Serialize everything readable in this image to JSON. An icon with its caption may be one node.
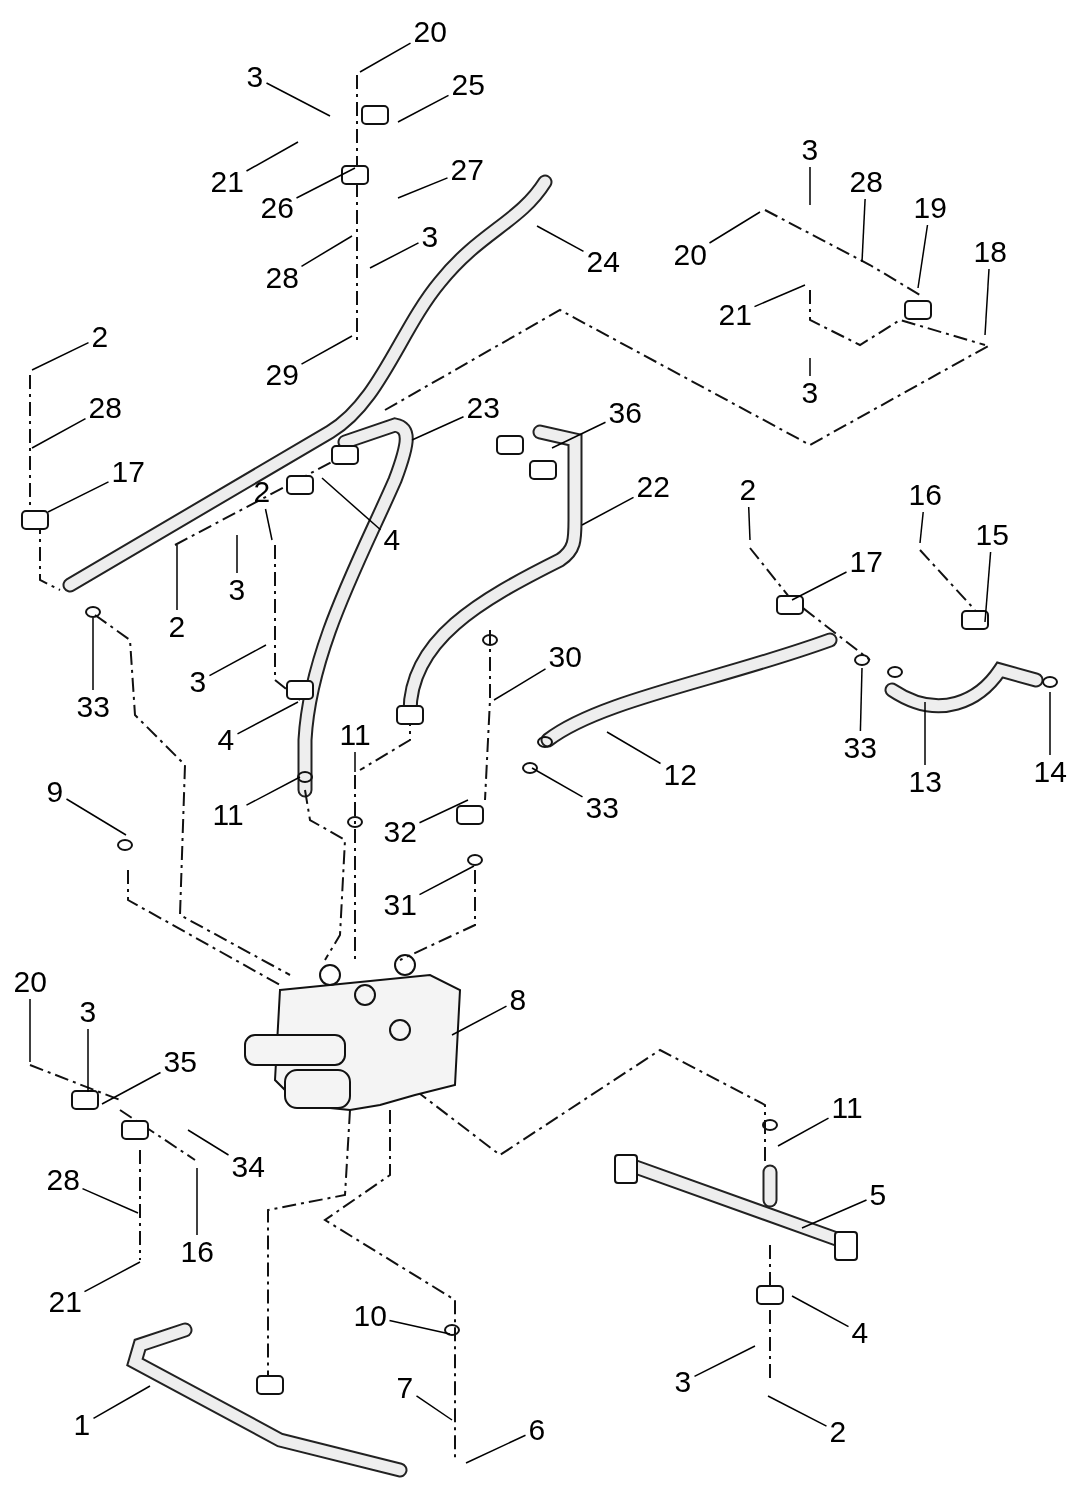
{
  "diagram": {
    "nodes": [
      {
        "text": [
          "20"
        ]
      },
      {
        "text": [
          "3"
        ]
      },
      {
        "text": [
          "25"
        ]
      },
      {
        "text": [
          "21"
        ]
      },
      {
        "text": [
          "26"
        ]
      },
      {
        "text": [
          "27"
        ]
      },
      {
        "text": [
          "28"
        ]
      },
      {
        "text": [
          "3"
        ]
      },
      {
        "text": [
          "29"
        ]
      },
      {
        "text": [
          "24"
        ]
      },
      {
        "text": [
          "3"
        ]
      },
      {
        "text": [
          "28"
        ]
      },
      {
        "text": [
          "19"
        ]
      },
      {
        "text": [
          "18"
        ]
      },
      {
        "text": [
          "20"
        ]
      },
      {
        "text": [
          "21"
        ]
      },
      {
        "text": [
          "3"
        ]
      },
      {
        "text": [
          "2"
        ]
      },
      {
        "text": [
          "28"
        ]
      },
      {
        "text": [
          "17"
        ]
      },
      {
        "text": [
          "23"
        ]
      },
      {
        "text": [
          "36"
        ]
      },
      {
        "text": [
          "22"
        ]
      },
      {
        "text": [
          "4"
        ]
      },
      {
        "text": [
          "2"
        ]
      },
      {
        "text": [
          "3"
        ]
      },
      {
        "text": [
          "2"
        ]
      },
      {
        "text": [
          "3"
        ]
      },
      {
        "text": [
          "4"
        ]
      },
      {
        "text": [
          "33"
        ]
      },
      {
        "text": [
          "11"
        ]
      },
      {
        "text": [
          "11"
        ]
      },
      {
        "text": [
          "30"
        ]
      },
      {
        "text": [
          "12"
        ]
      },
      {
        "text": [
          "33"
        ]
      },
      {
        "text": [
          "32"
        ]
      },
      {
        "text": [
          "31"
        ]
      },
      {
        "text": [
          "9"
        ]
      },
      {
        "text": [
          "2"
        ]
      },
      {
        "text": [
          "17"
        ]
      },
      {
        "text": [
          "16"
        ]
      },
      {
        "text": [
          "15"
        ]
      },
      {
        "text": [
          "33"
        ]
      },
      {
        "text": [
          "13"
        ]
      },
      {
        "text": [
          "14"
        ]
      },
      {
        "text": [
          "8"
        ]
      },
      {
        "text": [
          "20"
        ]
      },
      {
        "text": [
          "3"
        ]
      },
      {
        "text": [
          "35"
        ]
      },
      {
        "text": [
          "34"
        ]
      },
      {
        "text": [
          "28"
        ]
      },
      {
        "text": [
          "16"
        ]
      },
      {
        "text": [
          "21"
        ]
      },
      {
        "text": [
          "11"
        ]
      },
      {
        "text": [
          "5"
        ]
      },
      {
        "text": [
          "4"
        ]
      },
      {
        "text": [
          "3"
        ]
      },
      {
        "text": [
          "2"
        ]
      },
      {
        "text": [
          "10"
        ]
      },
      {
        "text": [
          "7"
        ]
      },
      {
        "text": [
          "6"
        ]
      },
      {
        "text": [
          "1"
        ]
      }
    ],
    "edges": [
      {
        "from": 0,
        "to": null,
        "arrow": "none"
      },
      {
        "from": 1,
        "to": null,
        "arrow": "none"
      },
      {
        "from": 2,
        "to": null,
        "arrow": "none"
      },
      {
        "from": 3,
        "to": null,
        "arrow": "none"
      },
      {
        "from": 4,
        "to": null,
        "arrow": "none"
      },
      {
        "from": 5,
        "to": null,
        "arrow": "none"
      },
      {
        "from": 6,
        "to": null,
        "arrow": "none"
      },
      {
        "from": 7,
        "to": null,
        "arrow": "none"
      },
      {
        "from": 8,
        "to": null,
        "arrow": "none"
      },
      {
        "from": 9,
        "to": null,
        "arrow": "none"
      },
      {
        "from": 10,
        "to": null,
        "arrow": "none"
      },
      {
        "from": 11,
        "to": null,
        "arrow": "none"
      },
      {
        "from": 12,
        "to": null,
        "arrow": "none"
      },
      {
        "from": 13,
        "to": null,
        "arrow": "none"
      },
      {
        "from": 14,
        "to": null,
        "arrow": "none"
      },
      {
        "from": 15,
        "to": null,
        "arrow": "none"
      },
      {
        "from": 16,
        "to": null,
        "arrow": "none"
      },
      {
        "from": 17,
        "to": null,
        "arrow": "none"
      },
      {
        "from": 18,
        "to": null,
        "arrow": "none"
      },
      {
        "from": 19,
        "to": null,
        "arrow": "none"
      },
      {
        "from": 20,
        "to": null,
        "arrow": "none"
      },
      {
        "from": 21,
        "to": null,
        "arrow": "none"
      },
      {
        "from": 22,
        "to": null,
        "arrow": "none"
      },
      {
        "from": 23,
        "to": null,
        "arrow": "none"
      },
      {
        "from": 24,
        "to": null,
        "arrow": "none"
      },
      {
        "from": 25,
        "to": null,
        "arrow": "none"
      },
      {
        "from": 26,
        "to": null,
        "arrow": "none"
      },
      {
        "from": 27,
        "to": null,
        "arrow": "none"
      },
      {
        "from": 28,
        "to": null,
        "arrow": "none"
      },
      {
        "from": 29,
        "to": null,
        "arrow": "none"
      },
      {
        "from": 30,
        "to": null,
        "arrow": "none"
      },
      {
        "from": 31,
        "to": null,
        "arrow": "none"
      },
      {
        "from": 32,
        "to": null,
        "arrow": "none"
      },
      {
        "from": 33,
        "to": null,
        "arrow": "none"
      },
      {
        "from": 34,
        "to": null,
        "arrow": "none"
      },
      {
        "from": 35,
        "to": null,
        "arrow": "none"
      },
      {
        "from": 36,
        "to": null,
        "arrow": "none"
      },
      {
        "from": 37,
        "to": null,
        "arrow": "none"
      },
      {
        "from": 38,
        "to": null,
        "arrow": "none"
      },
      {
        "from": 39,
        "to": null,
        "arrow": "none"
      },
      {
        "from": 40,
        "to": null,
        "arrow": "none"
      },
      {
        "from": 41,
        "to": null,
        "arrow": "none"
      },
      {
        "from": 42,
        "to": null,
        "arrow": "none"
      },
      {
        "from": 43,
        "to": null,
        "arrow": "none"
      },
      {
        "from": 44,
        "to": null,
        "arrow": "none"
      },
      {
        "from": 45,
        "to": null,
        "arrow": "none"
      },
      {
        "from": 46,
        "to": null,
        "arrow": "none"
      },
      {
        "from": 47,
        "to": null,
        "arrow": "none"
      },
      {
        "from": 48,
        "to": null,
        "arrow": "none"
      },
      {
        "from": 49,
        "to": null,
        "arrow": "none"
      },
      {
        "from": 50,
        "to": null,
        "arrow": "none"
      },
      {
        "from": 51,
        "to": null,
        "arrow": "none"
      },
      {
        "from": 52,
        "to": null,
        "arrow": "none"
      },
      {
        "from": 53,
        "to": null,
        "arrow": "none"
      },
      {
        "from": 54,
        "to": null,
        "arrow": "none"
      },
      {
        "from": 55,
        "to": null,
        "arrow": "none"
      },
      {
        "from": 56,
        "to": null,
        "arrow": "none"
      },
      {
        "from": 57,
        "to": null,
        "arrow": "none"
      },
      {
        "from": 58,
        "to": null,
        "arrow": "none"
      },
      {
        "from": 59,
        "to": null,
        "arrow": "none"
      },
      {
        "from": 60,
        "to": null,
        "arrow": "none"
      },
      {
        "from": 61,
        "to": null,
        "arrow": "none"
      }
    ]
  }
}
